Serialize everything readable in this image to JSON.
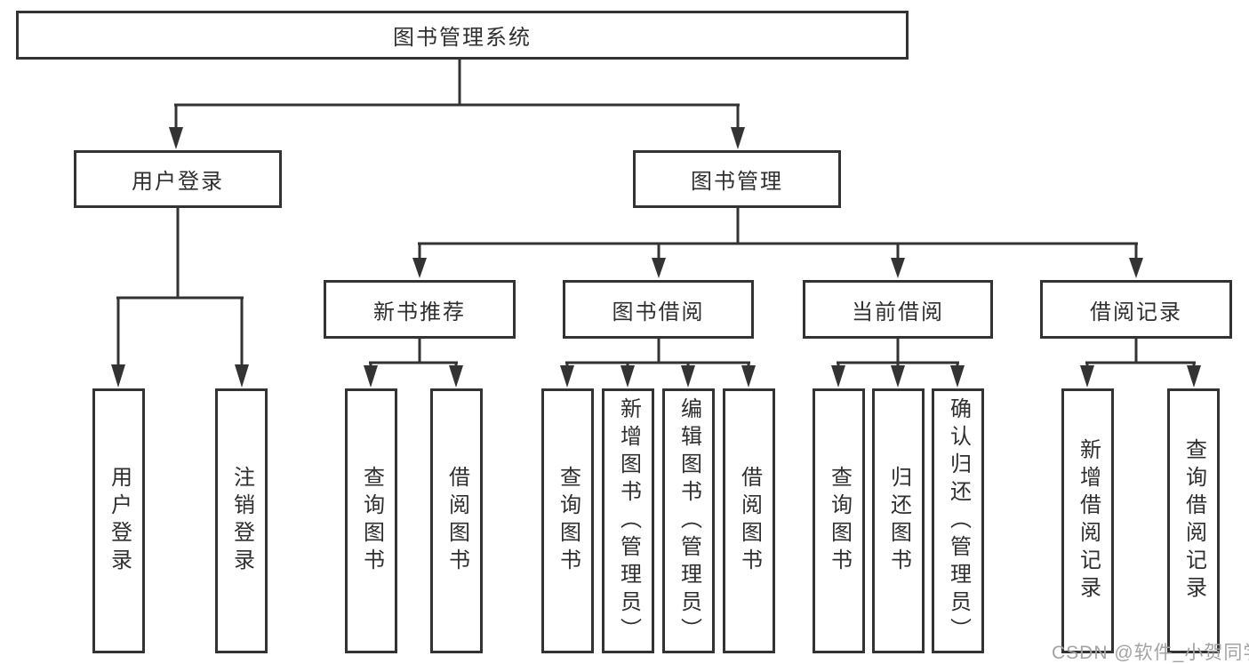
{
  "diagram": {
    "title": "图书管理系统",
    "watermark": "CSDN @软件_小贺同学",
    "colors": {
      "line": "#333333",
      "text": "#2f2f2f",
      "watermark": "#a3a3a3",
      "background": "#ffffff"
    },
    "nodes": {
      "root": {
        "label": "图书管理系统"
      },
      "user_login": {
        "label": "用户登录"
      },
      "book_mgmt": {
        "label": "图书管理"
      },
      "new_book_rec": {
        "label": "新书推荐"
      },
      "book_borrow": {
        "label": "图书借阅"
      },
      "current_borrow": {
        "label": "当前借阅"
      },
      "borrow_records": {
        "label": "借阅记录"
      },
      "leaf_user_login": {
        "label": "用户登录"
      },
      "leaf_logout": {
        "label": "注销登录"
      },
      "leaf_rec_query": {
        "label": "查询图书"
      },
      "leaf_rec_borrow": {
        "label": "借阅图书"
      },
      "leaf_bb_query": {
        "label": "查询图书"
      },
      "leaf_bb_add": {
        "label": "新增图书（管理员）"
      },
      "leaf_bb_edit": {
        "label": "编辑图书（管理员）"
      },
      "leaf_bb_borrow": {
        "label": "借阅图书"
      },
      "leaf_cb_query": {
        "label": "查询图书"
      },
      "leaf_cb_return": {
        "label": "归还图书"
      },
      "leaf_cb_confirm": {
        "label": "确认归还（管理员）"
      },
      "leaf_br_add": {
        "label": "新增借阅记录"
      },
      "leaf_br_query": {
        "label": "查询借阅记录"
      }
    }
  }
}
